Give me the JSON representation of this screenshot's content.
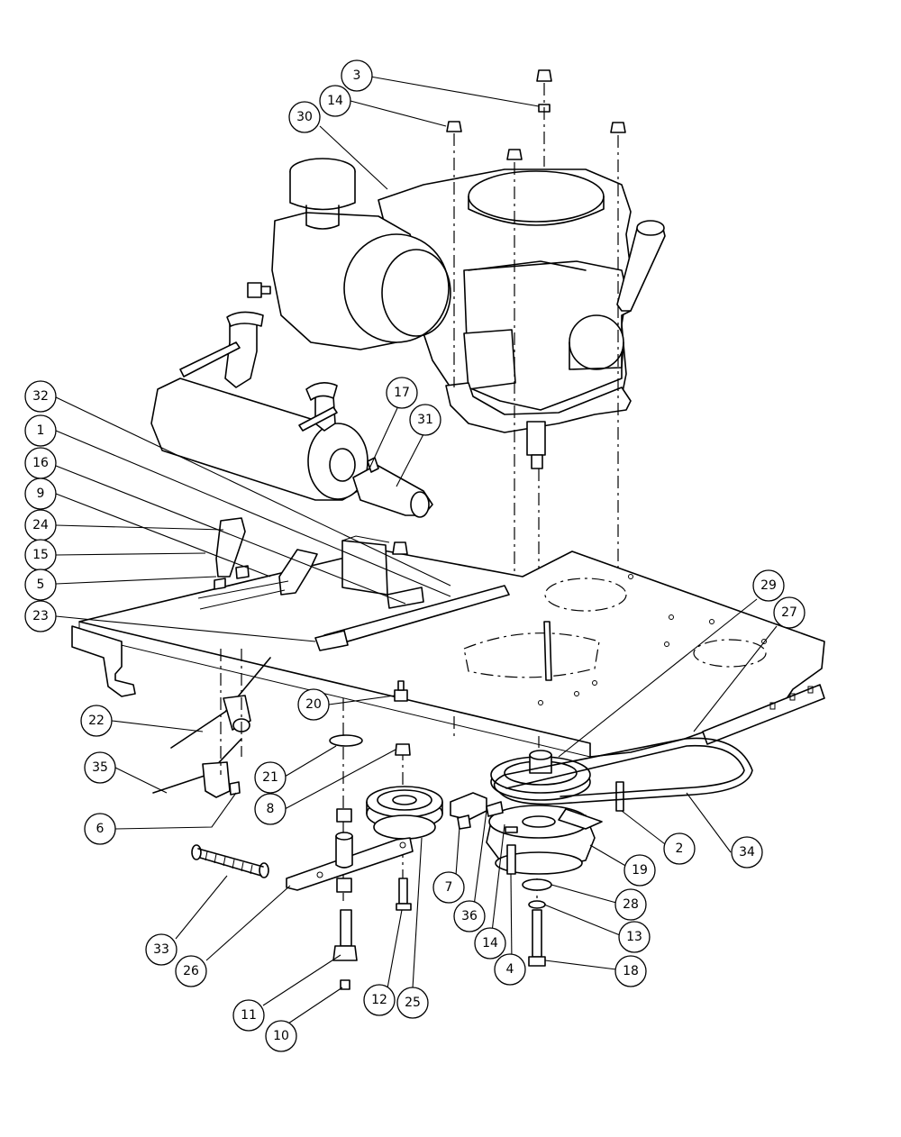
{
  "callouts": [
    {
      "label": "3"
    },
    {
      "label": "14"
    },
    {
      "label": "30"
    },
    {
      "label": "17"
    },
    {
      "label": "31"
    },
    {
      "label": "32"
    },
    {
      "label": "1"
    },
    {
      "label": "16"
    },
    {
      "label": "9"
    },
    {
      "label": "24"
    },
    {
      "label": "15"
    },
    {
      "label": "5"
    },
    {
      "label": "23"
    },
    {
      "label": "29"
    },
    {
      "label": "27"
    },
    {
      "label": "20"
    },
    {
      "label": "22"
    },
    {
      "label": "21"
    },
    {
      "label": "35"
    },
    {
      "label": "8"
    },
    {
      "label": "6"
    },
    {
      "label": "7"
    },
    {
      "label": "36"
    },
    {
      "label": "14"
    },
    {
      "label": "4"
    },
    {
      "label": "2"
    },
    {
      "label": "19"
    },
    {
      "label": "34"
    },
    {
      "label": "28"
    },
    {
      "label": "13"
    },
    {
      "label": "33"
    },
    {
      "label": "26"
    },
    {
      "label": "18"
    },
    {
      "label": "11"
    },
    {
      "label": "12"
    },
    {
      "label": "25"
    },
    {
      "label": "10"
    }
  ]
}
